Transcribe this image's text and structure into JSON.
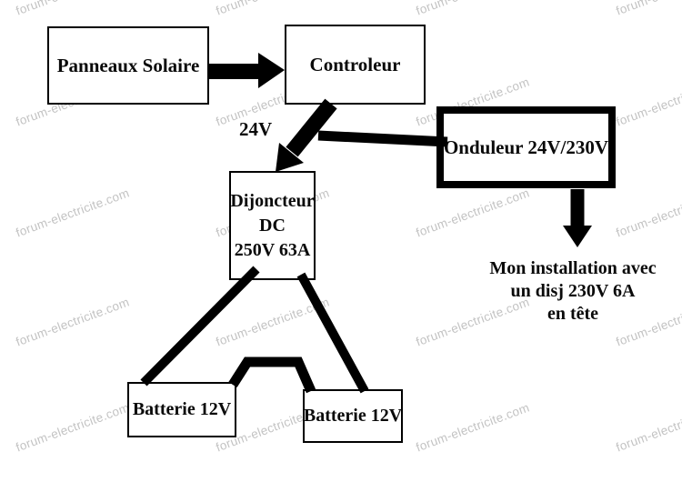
{
  "watermark": {
    "text": "forum-electricite.com",
    "color": "#c3c3c3"
  },
  "nodes": {
    "panneaux": {
      "label": "Panneaux Solaire"
    },
    "controleur": {
      "label": "Controleur"
    },
    "onduleur": {
      "label": "Onduleur 24V/230V"
    },
    "dijoncteur": {
      "lines": [
        "Dijoncteur",
        "DC",
        "250V 63A"
      ]
    },
    "batterie_gauche": {
      "label": "Batterie 12V"
    },
    "batterie_droite": {
      "label": "Batterie 12V"
    }
  },
  "labels": {
    "tension_bus": "24V",
    "note": {
      "lines": [
        "Mon installation avec",
        "un disj 230V 6A",
        "en tête"
      ]
    }
  },
  "connections": [
    {
      "from": "panneaux",
      "to": "controleur",
      "style": "thick-arrow"
    },
    {
      "from": "controleur",
      "to": "dijoncteur",
      "style": "thick-arrow",
      "label": "24V"
    },
    {
      "from": "controleur",
      "to": "onduleur",
      "style": "thick-line"
    },
    {
      "from": "onduleur",
      "to": "note",
      "style": "thick-arrow"
    },
    {
      "from": "dijoncteur",
      "to": "batterie_gauche",
      "style": "thick-line"
    },
    {
      "from": "dijoncteur",
      "to": "batterie_droite",
      "style": "thick-line"
    },
    {
      "from": "batterie_gauche",
      "to": "batterie_droite",
      "style": "thick-line-bridge"
    }
  ],
  "colors": {
    "background": "#ffffff",
    "box_bg": "#ffffff",
    "box_border": "#000000",
    "line": "#000000",
    "text": "#0a0a0a",
    "watermark": "#c3c3c3"
  }
}
